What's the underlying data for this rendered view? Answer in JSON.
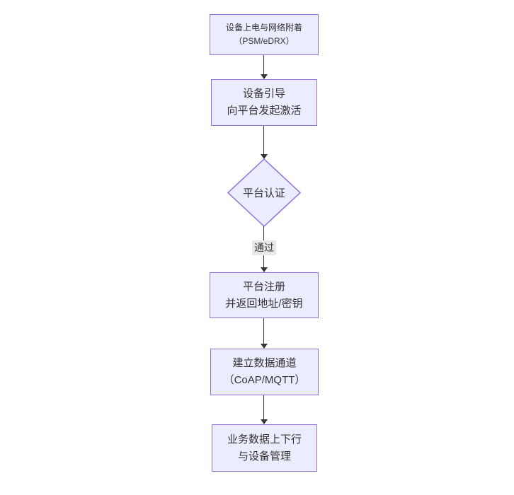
{
  "flowchart": {
    "nodes": [
      {
        "id": "power-attach",
        "shape": "rect",
        "lines": [
          "设备上电与网络附着",
          "（PSM/eDRX）"
        ]
      },
      {
        "id": "bootstrap",
        "shape": "rect",
        "lines": [
          "设备引导",
          "向平台发起激活"
        ]
      },
      {
        "id": "platform-auth",
        "shape": "diamond",
        "lines": [
          "平台认证"
        ]
      },
      {
        "id": "register",
        "shape": "rect",
        "lines": [
          "平台注册",
          "并返回地址/密钥"
        ]
      },
      {
        "id": "data-channel",
        "shape": "rect",
        "lines": [
          "建立数据通道",
          "（CoAP/MQTT）"
        ]
      },
      {
        "id": "business-data",
        "shape": "rect",
        "lines": [
          "业务数据上下行",
          "与设备管理"
        ]
      }
    ],
    "edges": [
      {
        "from": "power-attach",
        "to": "bootstrap",
        "label": ""
      },
      {
        "from": "bootstrap",
        "to": "platform-auth",
        "label": ""
      },
      {
        "from": "platform-auth",
        "to": "register",
        "label": "通过"
      },
      {
        "from": "register",
        "to": "data-channel",
        "label": ""
      },
      {
        "from": "data-channel",
        "to": "business-data",
        "label": ""
      }
    ],
    "colors": {
      "background": "#ffffff",
      "node_fill": "#ECECFF",
      "node_border": "#9370DB",
      "edge_line": "#333333",
      "edge_label_bg": "#e8e8e8",
      "text": "#333333"
    }
  }
}
